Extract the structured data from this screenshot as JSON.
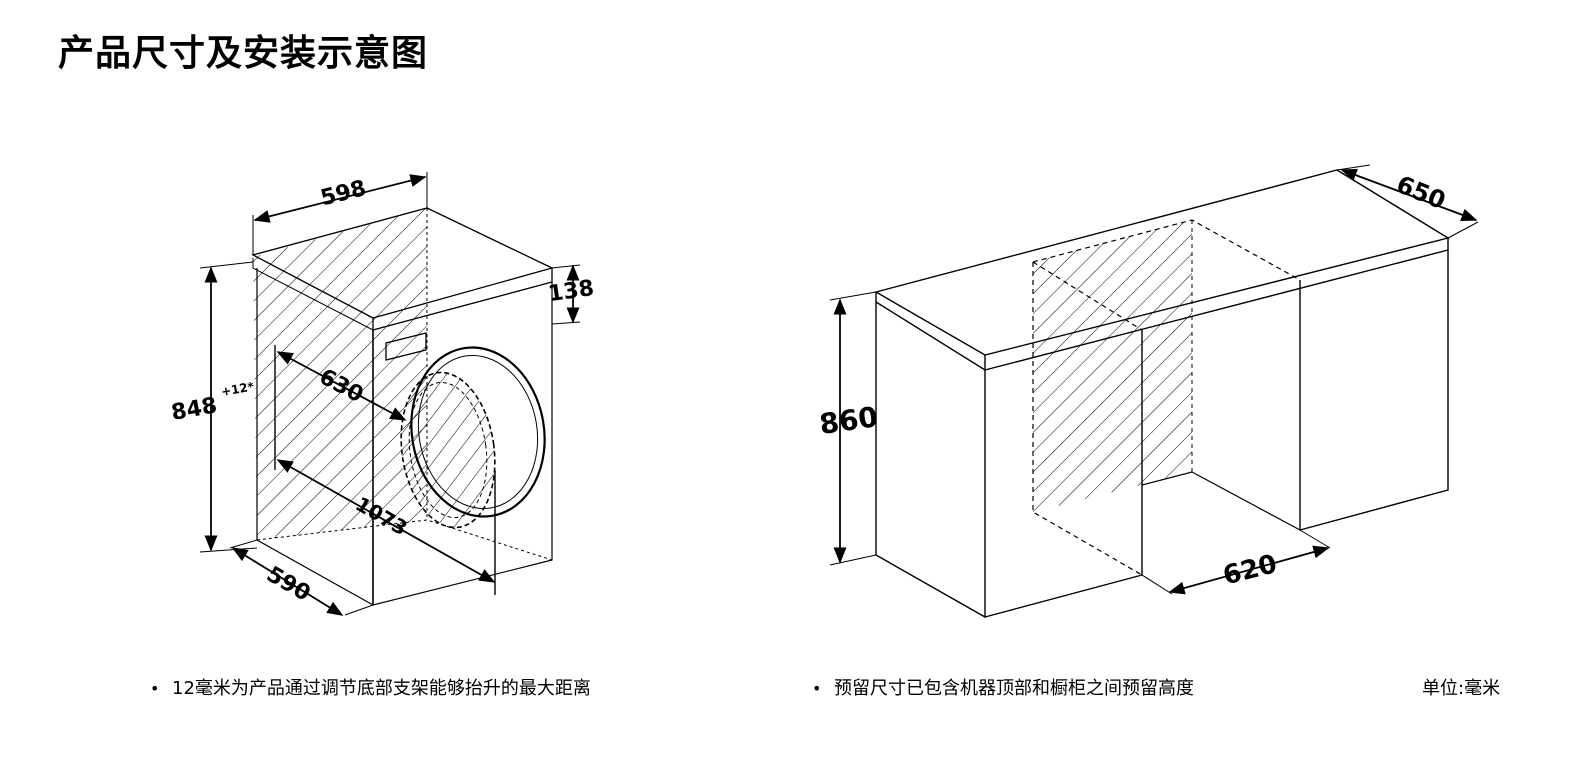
{
  "title": "产品尺寸及安装示意图",
  "machine": {
    "width": "598",
    "top_height": "138",
    "height": "848",
    "height_adjust": "+12*",
    "door_depth": "630",
    "total_depth": "1073",
    "depth": "590"
  },
  "cabinet": {
    "depth": "650",
    "height": "860",
    "width": "620"
  },
  "notes": {
    "left": "12毫米为产品通过调节底部支架能够抬升的最大距离",
    "right": "预留尺寸已包含机器顶部和橱柜之间预留高度",
    "unit": "单位:毫米",
    "bullet": "•"
  }
}
